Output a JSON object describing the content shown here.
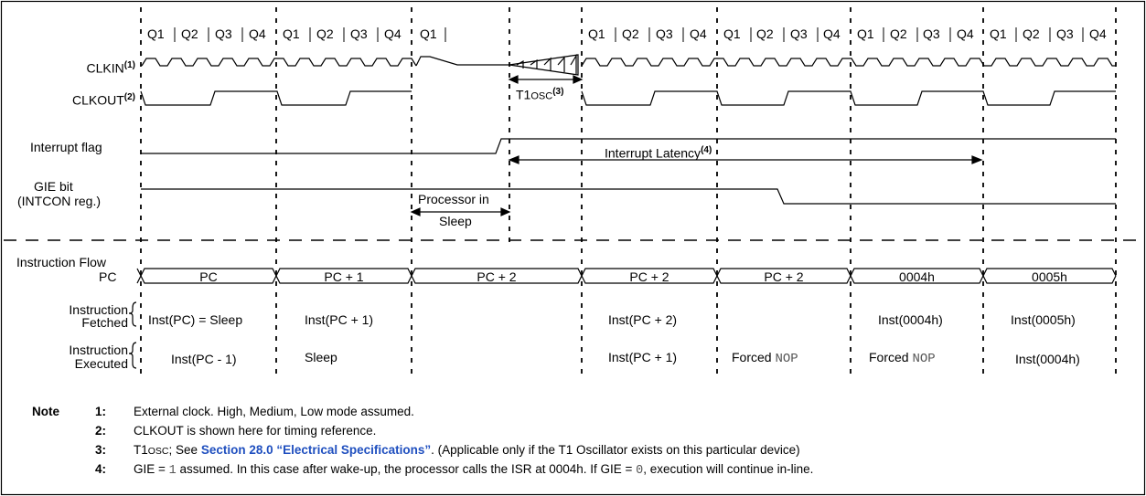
{
  "signals": {
    "clkin": "CLKIN",
    "clkin_sup": "(1)",
    "clkout": "CLKOUT",
    "clkout_sup": "(2)",
    "interrupt_flag": "Interrupt flag",
    "gie_line1": "GIE bit",
    "gie_line2": "(INTCON reg.)",
    "instruction_flow": "Instruction Flow",
    "pc": "PC",
    "fetched_line1": "Instruction",
    "fetched_line2": "Fetched",
    "executed_line1": "Instruction",
    "executed_line2": "Executed"
  },
  "q_cycles": {
    "c1": [
      "Q1",
      "Q2",
      "Q3",
      "Q4"
    ],
    "c2": [
      "Q1",
      "Q2",
      "Q3",
      "Q4"
    ],
    "c3": [
      "Q1"
    ],
    "c4": [
      "Q1",
      "Q2",
      "Q3",
      "Q4"
    ],
    "c5": [
      "Q1",
      "Q2",
      "Q3",
      "Q4"
    ],
    "c6": [
      "Q1",
      "Q2",
      "Q3",
      "Q4"
    ],
    "c7": [
      "Q1",
      "Q2",
      "Q3",
      "Q4"
    ]
  },
  "annotations": {
    "t1osc_main": "T1",
    "t1osc_small": "OSC",
    "t1osc_sup": "(3)",
    "latency": "Interrupt Latency",
    "latency_sup": "(4)",
    "sleep_line1": "Processor in",
    "sleep_line2": "Sleep"
  },
  "pc_values": [
    "PC",
    "PC + 1",
    "PC + 2",
    "PC + 2",
    "PC + 2",
    "0004h",
    "0005h"
  ],
  "fetched": {
    "f1": "Inst(PC) = Sleep",
    "f2": "Inst(PC + 1)",
    "f4": "Inst(PC + 2)",
    "f6": "Inst(0004h)",
    "f7": "Inst(0005h)"
  },
  "executed": {
    "e1": "Inst(PC - 1)",
    "e2": "Sleep",
    "e4": "Inst(PC + 1)",
    "e5_text": "Forced ",
    "e5_mono": "NOP",
    "e6_text": "Forced ",
    "e6_mono": "NOP",
    "e7": "Inst(0004h)"
  },
  "notes": {
    "title": "Note",
    "n1_num": "1:",
    "n1_text": "External clock. High, Medium, Low mode assumed.",
    "n2_num": "2:",
    "n2_text": "CLKOUT is shown here for timing reference.",
    "n3_num": "3:",
    "n3_pre_main": "T1",
    "n3_pre_small": "OSC",
    "n3_pre_rest": "; See ",
    "n3_link": "Section 28.0 “Electrical Specifications”",
    "n3_post": ". (Applicable only if the T1 Oscillator exists on this particular device)",
    "n4_num": "4:",
    "n4_a": "GIE = ",
    "n4_b": "1",
    "n4_c": " assumed. In this case after wake-up, the processor calls the ISR at 0004h. If GIE = ",
    "n4_d": "0",
    "n4_e": ", execution will continue in-line."
  }
}
